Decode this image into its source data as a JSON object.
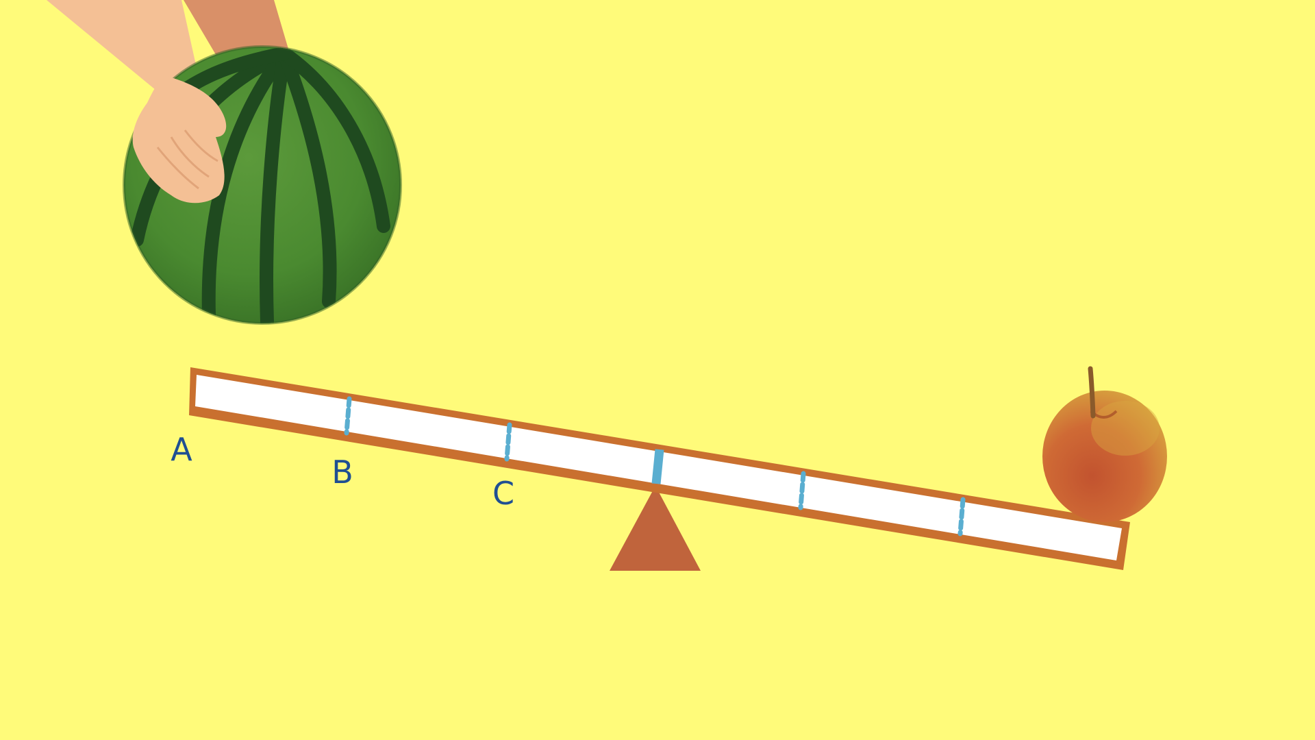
{
  "scene": {
    "background_color": "#fffb7a",
    "labels": [
      {
        "id": "A",
        "text": "A"
      },
      {
        "id": "B",
        "text": "B"
      },
      {
        "id": "C",
        "text": "C"
      }
    ],
    "colors": {
      "plank_fill": "#ffffff",
      "plank_border": "#c9702f",
      "tick_marks": "#5aaed0",
      "fulcrum": "#c0643c",
      "watermelon_base": "#4f8f34",
      "watermelon_stripes": "#1f4a1f",
      "skin": "#f4c095",
      "apple": "#c95a33",
      "apple_highlight": "#d9a640",
      "label_ink": "#1f4f92"
    },
    "icons": [
      "hand-icon",
      "watermelon-icon",
      "apple-icon",
      "fulcrum-icon",
      "lever-plank"
    ]
  }
}
